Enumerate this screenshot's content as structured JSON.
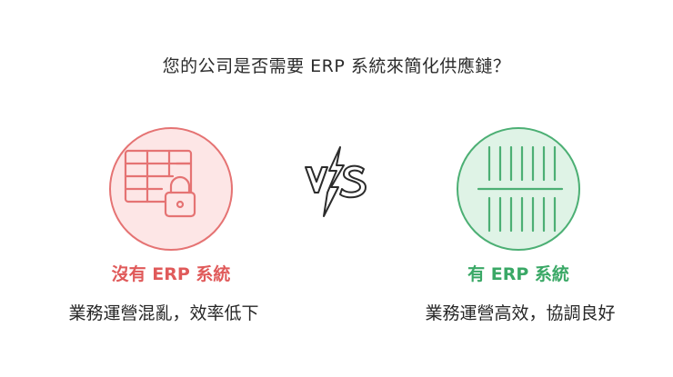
{
  "title": "您的公司是否需要 ERP 系統來簡化供應鏈？",
  "options": [
    {
      "heading": "沒有 ERP 系統",
      "description": "業務運營混亂，效率低下",
      "icon": "locked-grid-icon",
      "color": "#e05a5a"
    },
    {
      "heading": "有 ERP 系統",
      "description": "業務運營高效，協調良好",
      "icon": "aligned-lines-icon",
      "color": "#3aa866"
    }
  ],
  "vs_icon": "vs-icon"
}
